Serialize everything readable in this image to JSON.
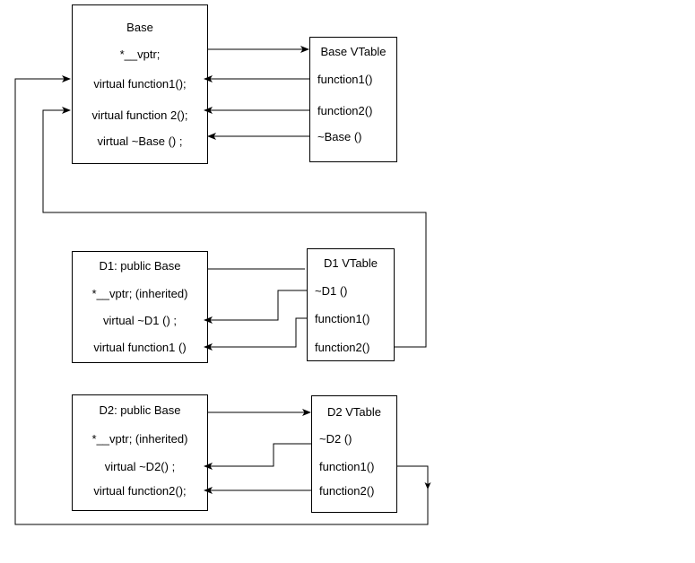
{
  "diagram": {
    "title_hidden": "",
    "stroke_color": "#000000",
    "background": "#ffffff"
  },
  "boxes": {
    "base": {
      "name": "Base",
      "rows": [
        {
          "label": "Base",
          "kind": "title"
        },
        {
          "label": "*__vptr;",
          "kind": "member"
        },
        {
          "label": "virtual function1();",
          "kind": "method"
        },
        {
          "label": "virtual function 2();",
          "kind": "method"
        },
        {
          "label": "virtual ~Base () ;",
          "kind": "method"
        }
      ]
    },
    "base_vtable": {
      "name": "Base VTable",
      "rows": [
        {
          "label": "Base VTable",
          "kind": "title"
        },
        {
          "label": "function1()",
          "kind": "entry"
        },
        {
          "label": "function2()",
          "kind": "entry"
        },
        {
          "label": "~Base ()",
          "kind": "entry"
        }
      ]
    },
    "d1": {
      "name": "D1: public Base",
      "rows": [
        {
          "label": "D1: public Base",
          "kind": "title"
        },
        {
          "label": "*__vptr; (inherited)",
          "kind": "member"
        },
        {
          "label": "virtual ~D1 () ;",
          "kind": "method"
        },
        {
          "label": "virtual function1 ()",
          "kind": "method"
        }
      ]
    },
    "d1_vtable": {
      "name": "D1 VTable",
      "rows": [
        {
          "label": "D1 VTable",
          "kind": "title"
        },
        {
          "label": "~D1 ()",
          "kind": "entry"
        },
        {
          "label": "function1()",
          "kind": "entry"
        },
        {
          "label": "function2()",
          "kind": "entry"
        }
      ]
    },
    "d2": {
      "name": "D2: public Base",
      "rows": [
        {
          "label": "D2: public Base",
          "kind": "title"
        },
        {
          "label": "*__vptr; (inherited)",
          "kind": "member"
        },
        {
          "label": "virtual ~D2() ;",
          "kind": "method"
        },
        {
          "label": "virtual function2();",
          "kind": "method"
        }
      ]
    },
    "d2_vtable": {
      "name": "D2 VTable",
      "rows": [
        {
          "label": "D2 VTable",
          "kind": "title"
        },
        {
          "label": "~D2 ()",
          "kind": "entry"
        },
        {
          "label": "function1()",
          "kind": "entry"
        },
        {
          "label": "function2()",
          "kind": "entry"
        }
      ]
    }
  }
}
